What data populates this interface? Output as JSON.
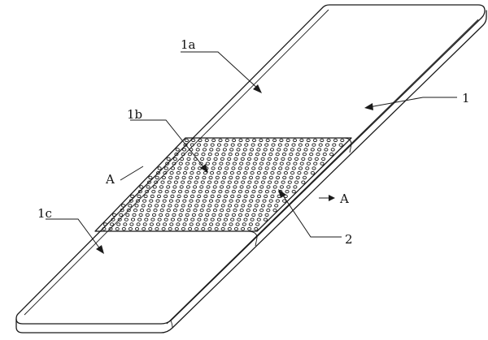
{
  "diagram": {
    "labels": {
      "part_1": "1",
      "part_1a": "1a",
      "part_1b": "1b",
      "part_1c": "1c",
      "part_2": "2",
      "section_left": "A",
      "section_right": "A"
    },
    "perforation": {
      "rows": 20,
      "columns": 24
    }
  }
}
